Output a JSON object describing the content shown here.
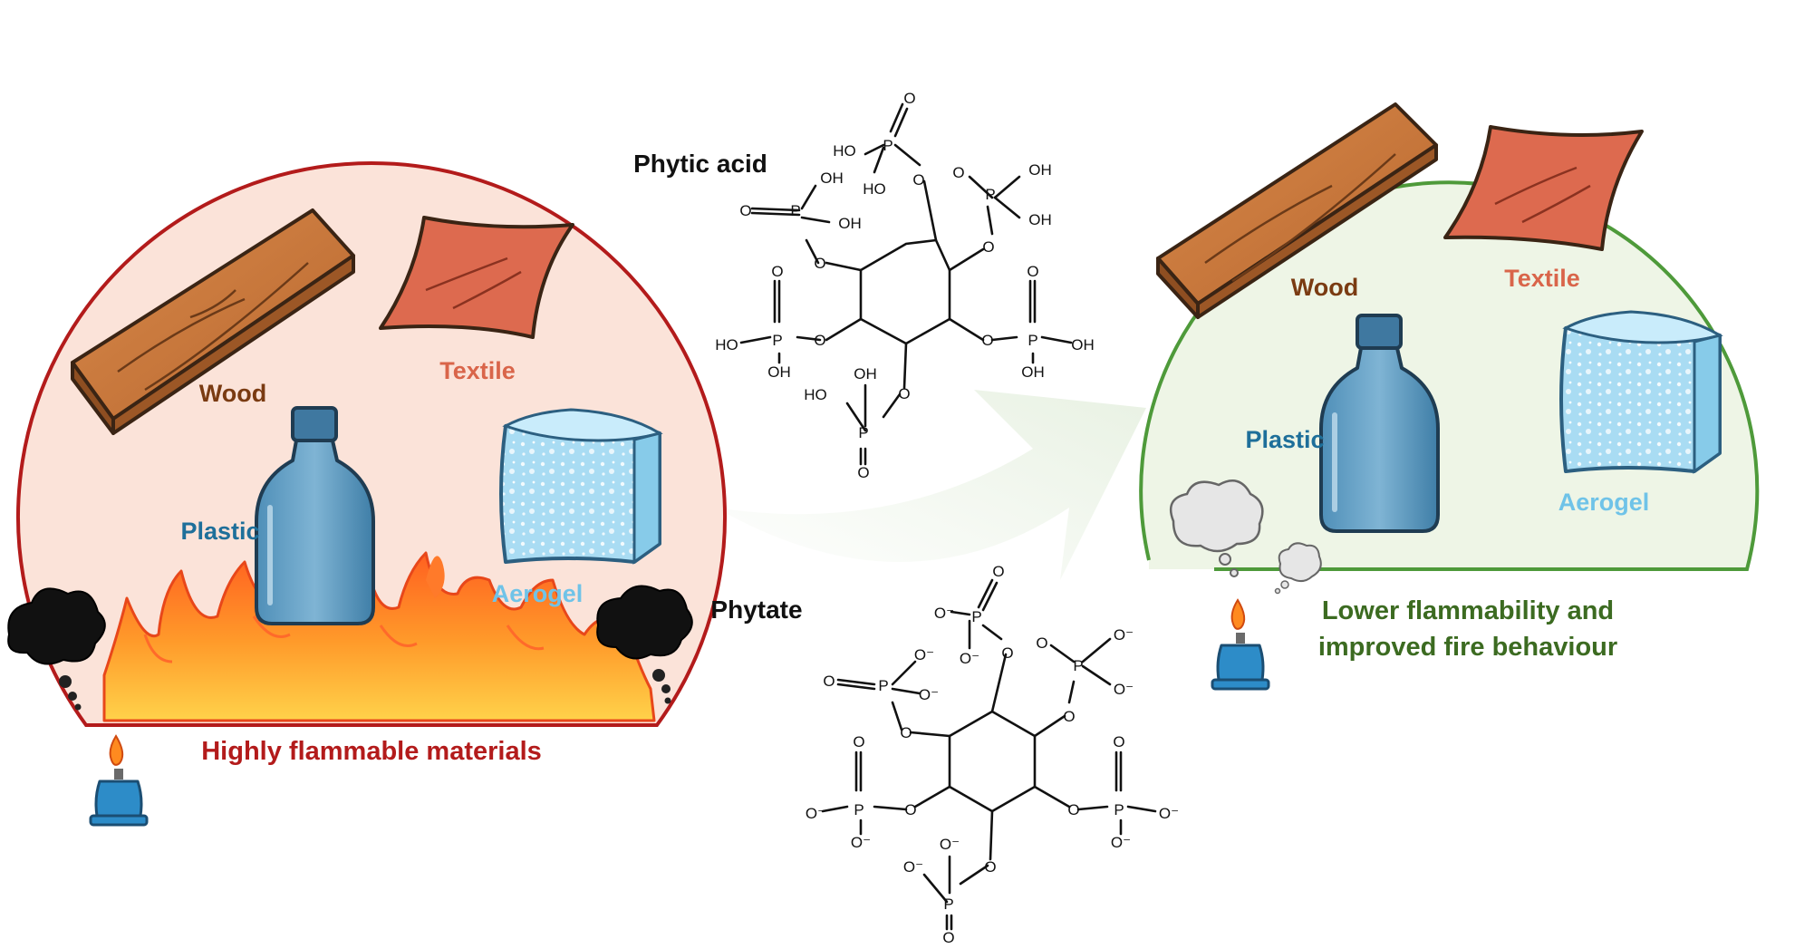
{
  "left_panel": {
    "caption": "Highly flammable materials",
    "items": {
      "wood": "Wood",
      "textile": "Textile",
      "plastic": "Plastic",
      "aerogel": "Aerogel"
    }
  },
  "right_panel": {
    "caption_line1": "Lower flammability and",
    "caption_line2": "improved fire behaviour",
    "items": {
      "wood": "Wood",
      "textile": "Textile",
      "plastic": "Plastic",
      "aerogel": "Aerogel"
    }
  },
  "molecules": {
    "phytic_acid": {
      "name": "Phytic acid"
    },
    "phytate": {
      "name": "Phytate"
    }
  },
  "colors": {
    "left_border": "#b31b1b",
    "left_fill": "#fbe3d9",
    "right_border": "#4e9a3a",
    "right_fill": "#eef5e6",
    "wood_label": "#7a3b12",
    "textile_label": "#d9654a",
    "plastic_label": "#1e6f9a",
    "aerogel_label": "#6fc3e8",
    "left_caption": "#b31b1b",
    "right_caption": "#3c6b21",
    "arrow": "#eef5ea"
  }
}
